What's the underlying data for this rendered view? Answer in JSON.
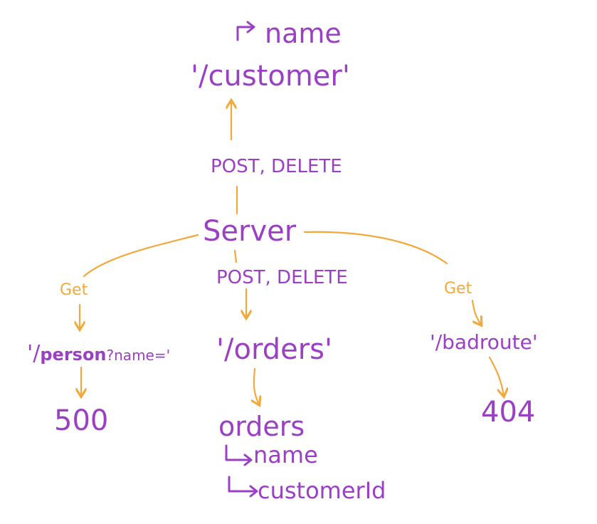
{
  "colors": {
    "node_text": "#9b3fc4",
    "edge": "#f2a93b",
    "background": "#ffffff"
  },
  "nodes": {
    "customer_field": "name",
    "customer_route": "'/customer'",
    "server": "Server",
    "person_route_prefix": "'/",
    "person_route_main": "person",
    "person_route_query": "?name='",
    "orders_route": "'/orders'",
    "badroute_route": "'/badroute'",
    "result_500": "500",
    "result_404": "404",
    "orders_model": "orders",
    "orders_field_name": "name",
    "orders_field_customer_id": "customerId"
  },
  "edges": {
    "to_customer": "POST, DELETE",
    "to_orders": "POST, DELETE",
    "to_person": "Get",
    "to_badroute": "Get"
  }
}
